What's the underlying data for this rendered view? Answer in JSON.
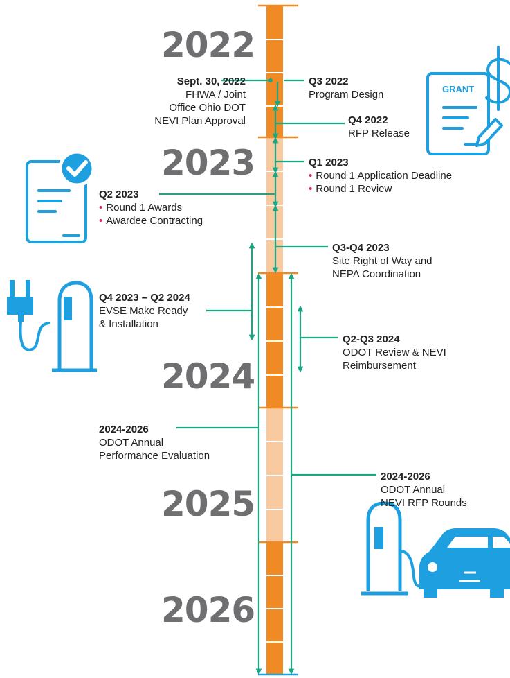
{
  "colors": {
    "primary_orange": "#f08a24",
    "light_orange": "#f9c9a0",
    "teal": "#1aa783",
    "blue": "#1e9fe0",
    "year_gray": "#6f6f72",
    "bullet_pink": "#e0245e"
  },
  "years": [
    "2022",
    "2023",
    "2024",
    "2025",
    "2026"
  ],
  "milestones": {
    "nevi_approval": {
      "heading": "Sept. 30, 2022",
      "lines": [
        "FHWA / Joint",
        "Office Ohio DOT",
        "NEVI Plan Approval"
      ]
    },
    "q3_2022": {
      "heading": "Q3 2022",
      "lines": [
        "Program Design"
      ]
    },
    "q4_2022": {
      "heading": "Q4 2022",
      "lines": [
        "RFP Release"
      ]
    },
    "q1_2023": {
      "heading": "Q1 2023",
      "bullets": [
        "Round 1 Application Deadline",
        "Round 1 Review"
      ]
    },
    "q2_2023": {
      "heading": "Q2 2023",
      "bullets": [
        "Round 1 Awards",
        "Awardee Contracting"
      ]
    },
    "q3q4_2023": {
      "heading": "Q3-Q4 2023",
      "lines": [
        "Site Right of Way and",
        "NEPA Coordination"
      ]
    },
    "evse": {
      "heading": "Q4 2023 – Q2 2024",
      "lines": [
        "EVSE Make Ready",
        "& Installation"
      ]
    },
    "q2q3_2024": {
      "heading": "Q2-Q3 2024",
      "lines": [
        "ODOT Review & NEVI",
        "Reimbursement"
      ]
    },
    "annual_eval": {
      "heading": "2024-2026",
      "lines": [
        "ODOT Annual",
        "Performance Evaluation"
      ]
    },
    "annual_rfp": {
      "heading": "2024-2026",
      "lines": [
        "ODOT Annual",
        "NEVI RFP Rounds"
      ]
    }
  },
  "icons": {
    "grant_label": "GRANT",
    "grant_doc": "grant-document-dollar-icon",
    "checklist": "checked-document-icon",
    "charger_plug": "ev-charger-plug-icon",
    "charger_car": "ev-charger-car-icon"
  }
}
